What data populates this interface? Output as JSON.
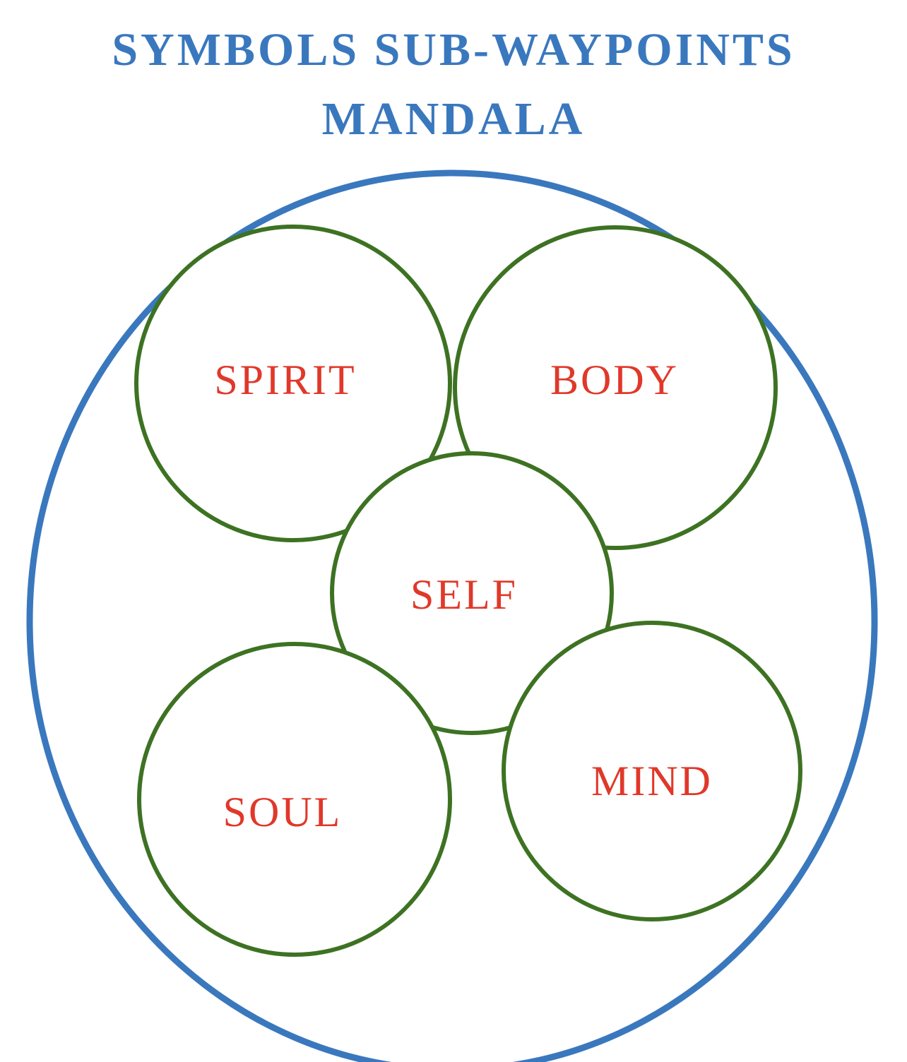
{
  "title": {
    "line1": "SYMBOLS SUB-WAYPOINTS",
    "line2": "MANDALA"
  },
  "colors": {
    "title": "#3a78be",
    "outer_ring": "#3a78be",
    "inner_rings": "#3d7222",
    "labels": "#e0382a",
    "background": "#ffffff"
  },
  "nodes": {
    "spirit": "SPIRIT",
    "body": "BODY",
    "self": "SELF",
    "soul": "SOUL",
    "mind": "MIND"
  }
}
